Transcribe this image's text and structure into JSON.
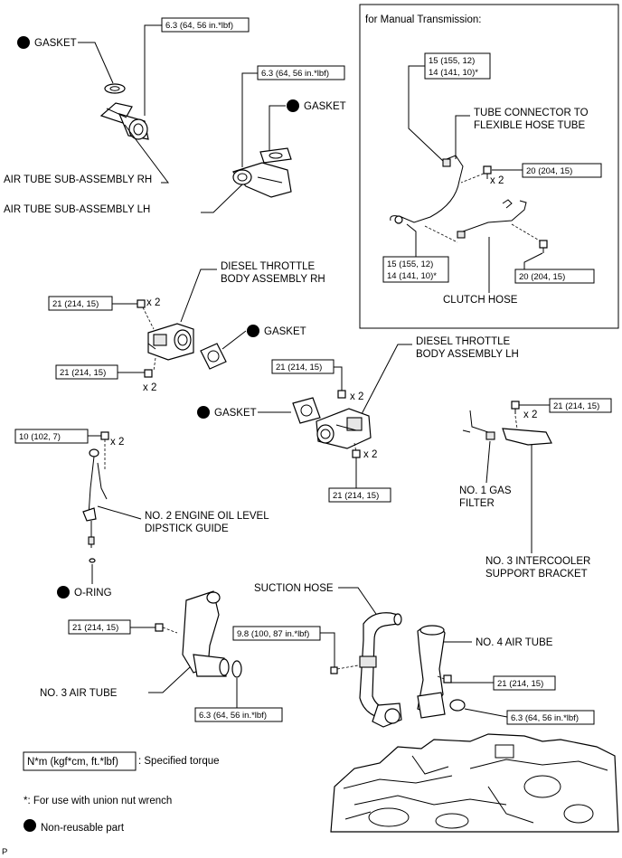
{
  "manual_transmission_title": "for Manual Transmission:",
  "labels": {
    "air_tube_rh": "AIR TUBE SUB-ASSEMBLY RH",
    "air_tube_lh": "AIR TUBE SUB-ASSEMBLY LH",
    "throttle_rh_1": "DIESEL THROTTLE",
    "throttle_rh_2": "BODY ASSEMBLY RH",
    "throttle_lh_1": "DIESEL THROTTLE",
    "throttle_lh_2": "BODY ASSEMBLY LH",
    "tube_connector_1": "TUBE CONNECTOR TO",
    "tube_connector_2": "FLEXIBLE HOSE TUBE",
    "clutch_hose": "CLUTCH HOSE",
    "dipstick_1": "NO. 2 ENGINE OIL LEVEL",
    "dipstick_2": "DIPSTICK GUIDE",
    "gas_filter_1": "NO. 1 GAS",
    "gas_filter_2": "FILTER",
    "intercooler_1": "NO. 3 INTERCOOLER",
    "intercooler_2": "SUPPORT BRACKET",
    "suction_hose": "SUCTION HOSE",
    "no4_air_tube": "NO. 4 AIR TUBE",
    "no3_air_tube": "NO. 3 AIR TUBE"
  },
  "gasket_label": "GASKET",
  "oring_label": "O-RING",
  "times2": "x 2",
  "torques": {
    "t_63a": "6.3 (64, 56 in.*lbf)",
    "t_63b": "6.3 (64, 56 in.*lbf)",
    "t_63c": "6.3 (64, 56 in.*lbf)",
    "t_63d": "6.3 (64, 56 in.*lbf)",
    "t_15a_1": "15 (155, 12)",
    "t_15a_2": "14 (141, 10)*",
    "t_15b_1": "15 (155, 12)",
    "t_15b_2": "14 (141, 10)*",
    "t_20a": "20 (204, 15)",
    "t_20b": "20 (204, 15)",
    "t_21a": "21 (214, 15)",
    "t_21b": "21 (214, 15)",
    "t_21c": "21 (214, 15)",
    "t_21d": "21 (214, 15)",
    "t_21e": "21 (214, 15)",
    "t_21f": "21 (214, 15)",
    "t_21g": "21 (214, 15)",
    "t_10": "10 (102, 7)",
    "t_98": "9.8 (100, 87 in.*lbf)"
  },
  "legend": {
    "torque_box": "N*m (kgf*cm, ft.*lbf)",
    "torque_desc": ": Specified torque",
    "asterisk_note": "*: For use with union nut wrench",
    "non_reusable": "Non-reusable part"
  },
  "corner_letter": "P"
}
